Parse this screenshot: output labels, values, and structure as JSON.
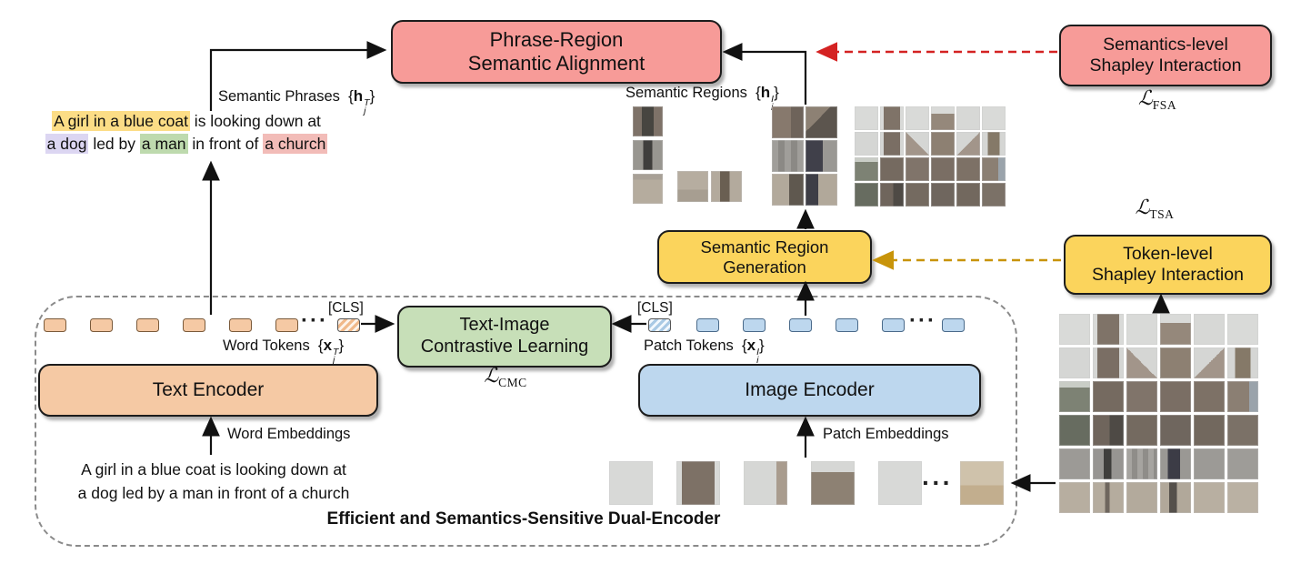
{
  "colors": {
    "pink_box": "#f79b98",
    "yellow_box": "#fbd45c",
    "green_box": "#c7dfb8",
    "orange_box": "#f5c9a4",
    "blue_box": "#bdd7ee",
    "highlight_yellow": "#fcdd86",
    "highlight_purple": "#dcd6f2",
    "highlight_green": "#bedaae",
    "highlight_pink": "#f2bcb8",
    "red_dashed_arrow": "#d42222",
    "yellow_dashed_arrow": "#c8940a",
    "solid_arrow": "#111111"
  },
  "boxes": {
    "phrase_region": {
      "line1": "Phrase-Region",
      "line2": "Semantic Alignment"
    },
    "semantics_level_shapley": {
      "line1": "Semantics-level",
      "line2": "Shapley Interaction"
    },
    "token_level_shapley": {
      "line1": "Token-level",
      "line2": "Shapley Interaction"
    },
    "semantic_region_generation": "Semantic Region Generation",
    "text_image_contrastive": {
      "line1": "Text-Image",
      "line2": "Contrastive Learning"
    },
    "text_encoder": "Text Encoder",
    "image_encoder": "Image Encoder"
  },
  "losses": {
    "fsa": {
      "script": "ℒ",
      "sub": "FSA"
    },
    "tsa": {
      "script": "ℒ",
      "sub": "TSA"
    },
    "cmc": {
      "script": "ℒ",
      "sub": "CMC"
    }
  },
  "labels": {
    "semantic_phrases": "Semantic Phrases",
    "semantic_regions": "Semantic Regions",
    "word_tokens": "Word Tokens",
    "patch_tokens": "Patch Tokens",
    "word_embeddings": "Word Embeddings",
    "patch_embeddings": "Patch Embeddings",
    "cls_text": "[CLS]",
    "cls_image": "[CLS]",
    "dual_encoder": "Efficient and Semantics-Sensitive Dual-Encoder",
    "ellipsis": "···"
  },
  "math": {
    "phrases": {
      "open": "{",
      "base": "h",
      "sup": "T",
      "sub": "j",
      "close": "}"
    },
    "regions": {
      "open": "{",
      "base": "h",
      "sup": "I",
      "sub": "i",
      "close": "}"
    },
    "word_tokens": {
      "open": "{",
      "base": "x",
      "sup": "T",
      "sub": "j",
      "close": "}"
    },
    "patch_tokens": {
      "open": "{",
      "base": "x",
      "sup": "I",
      "sub": "i",
      "close": "}"
    }
  },
  "sentence": {
    "line1": [
      {
        "t": "A girl in a blue coat",
        "h": "yellow"
      },
      {
        "t": " is looking down at",
        "h": null
      }
    ],
    "line2": [
      {
        "t": "a dog",
        "h": "purple"
      },
      {
        "t": " led by ",
        "h": null
      },
      {
        "t": "a man",
        "h": "green"
      },
      {
        "t": " in front of ",
        "h": null
      },
      {
        "t": "a church",
        "h": "pink"
      }
    ]
  },
  "plain_sentence": {
    "line1": "A girl in a blue coat is looking down at",
    "line2": "a dog led by a man in front of a church"
  },
  "images": {
    "man_region": {
      "cols": 1,
      "cell": 33,
      "gap": 4,
      "cells": [
        "linear-gradient(90deg,#7e7268 30%,#474540 30%,#474540 70%,#7e7268 70%)",
        "linear-gradient(90deg,#989690 35%,#3f3e3c 35%,#3f3e3c 65%,#989690 65%)",
        "linear-gradient(180deg,#a8a096 20%,#b5ac9e 20%)"
      ]
    },
    "dog_region": {
      "cols": 2,
      "cell": 34,
      "gap": 3,
      "cells": [
        "linear-gradient(180deg,#b6ada0 60%,#a79e91 60%)",
        "linear-gradient(90deg,#b3aa9d 30%,#6a5f52 30%,#6a5f52 60%,#b3aa9d 60%)"
      ]
    },
    "girl_region": {
      "cols": 2,
      "cell": 35,
      "gap": 2,
      "cells": [
        "linear-gradient(90deg,#87796d 60%,#6e635a 60%)",
        "linear-gradient(135deg,#8d8174 40%,#5c554e 40%)",
        "repeating-linear-gradient(90deg,#a09e9a 0 7px,#8b8985 7px 14px)",
        "linear-gradient(90deg,#40404a 55%,#9a9894 55%)",
        "linear-gradient(90deg,#b2a99b 55%,#5f584f 55%)",
        "linear-gradient(90deg,#3e3e46 40%,#b1a89a 40%)"
      ]
    },
    "church_region": {
      "cols": 6,
      "cell": 26,
      "gap": 2,
      "cells": [
        "#d9dad8",
        "linear-gradient(90deg,#d9dad8 15%,#7f7368 15%,#7f7368 85%,#d9dad8 85%)",
        "#d9dad8",
        "linear-gradient(180deg,#d9dad8 30%,#95887b 30%)",
        "#d7d8d6",
        "#d9dad8",
        "#d5d6d4",
        "linear-gradient(90deg,#d5d6d4 15%,#7a6e64 15%,#7a6e64 85%,#d5d6d4 85%)",
        "linear-gradient(45deg,#a2958a 50%,#d5d6d4 50%)",
        "#8d8072",
        "linear-gradient(135deg,#d5d6d4 50%,#a2958a 50%)",
        "linear-gradient(90deg,#d5d6d4 25%,#857968 25%,#857968 75%,#d5d6d4 75%)",
        "linear-gradient(180deg,#c9cdc6 20%,#7d8274 20%)",
        "#756a60",
        "#80746a",
        "#7a6e64",
        "#7d7166",
        "linear-gradient(90deg,#8b7f73 70%,#9aa3ab 70%)",
        "#676c60",
        "linear-gradient(90deg,#6f655c 55%,#4e4a45 55%)",
        "#746a60",
        "#6f665e",
        "#72685e",
        "#7b7167"
      ]
    },
    "full_image": {
      "cols": 6,
      "cell": 34,
      "gap": 3,
      "cells": [
        "#d9dad8",
        "linear-gradient(90deg,#d9dad8 15%,#7f7368 15%,#7f7368 85%,#d9dad8 85%)",
        "#d9dad8",
        "linear-gradient(180deg,#d9dad8 30%,#95887b 30%)",
        "#d7d8d6",
        "#d9dad8",
        "#d5d6d4",
        "linear-gradient(90deg,#d5d6d4 15%,#7a6e64 15%,#7a6e64 85%,#d5d6d4 85%)",
        "linear-gradient(45deg,#a2958a 50%,#d5d6d4 50%)",
        "#8d8072",
        "linear-gradient(135deg,#d5d6d4 50%,#a2958a 50%)",
        "linear-gradient(90deg,#d5d6d4 25%,#857968 25%,#857968 75%,#d5d6d4 75%)",
        "linear-gradient(180deg,#c9cdc6 20%,#7d8274 20%)",
        "#756a60",
        "#80746a",
        "#7a6e64",
        "#7d7166",
        "linear-gradient(90deg,#8b7f73 70%,#9aa3ab 70%)",
        "#676c60",
        "linear-gradient(90deg,#6f655c 55%,#4e4a45 55%)",
        "#746a60",
        "#6f665e",
        "#72685e",
        "#7b7167",
        "#9c9a96",
        "linear-gradient(90deg,#979592 35%,#3f3e3c 35%,#3f3e3c 60%,#979592 60%)",
        "repeating-linear-gradient(90deg,#a6a4a0 0 6px,#8f8d89 6px 12px)",
        "linear-gradient(90deg,#9a9894 25%,#3c3c46 25%,#3c3c46 65%,#9a9894 65%)",
        "#9c9a96",
        "#9e9c98",
        "#b7aea0",
        "linear-gradient(90deg,#b5ac9e 40%,#6e665e 40%,#6e665e 55%,#b5ac9e 55%)",
        "#b3aa9c",
        "linear-gradient(90deg,#b1a89a 30%,#55504b 30%,#55504b 55%,#b1a89a 55%)",
        "#b8afa1",
        "#bab1a3"
      ]
    },
    "patch_strip": {
      "cols": 5,
      "cell": 48,
      "gap": 26,
      "cells": [
        "#d8d9d7",
        "linear-gradient(90deg,#d8d9d7 12%,#7d7166 12%,#7d7166 88%,#d8d9d7 88%)",
        "linear-gradient(90deg,#d6d7d5 75%,#a99c8e 75%)",
        "linear-gradient(180deg,#d6d7d5 25%,#8d8173 25%)",
        "#d8d9d7"
      ]
    },
    "patch_strip_last": {
      "cols": 1,
      "cell": 48,
      "gap": 0,
      "cells": [
        "linear-gradient(180deg,#cfc2ab 55%,#c2ae8e 55%)"
      ]
    }
  }
}
